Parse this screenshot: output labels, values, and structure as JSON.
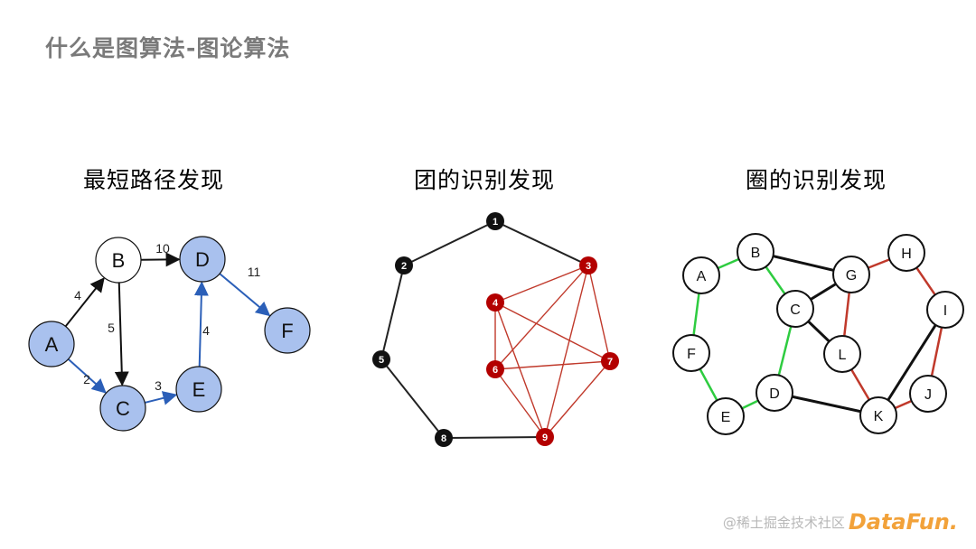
{
  "slide": {
    "title": "什么是图算法-图论算法"
  },
  "sections": [
    {
      "title": "最短路径发现"
    },
    {
      "title": "团的识别发现"
    },
    {
      "title": "圈的识别发现"
    }
  ],
  "colors": {
    "node_blue": "#a9c1ee",
    "edge_blue": "#2b5fb8",
    "node_red": "#b30000",
    "edge_red": "#c0392b",
    "edge_green": "#2ecc40",
    "node_black": "#111111"
  },
  "shortest_path": {
    "nodes": [
      {
        "id": "A",
        "highlight": true
      },
      {
        "id": "B",
        "highlight": false
      },
      {
        "id": "C",
        "highlight": true
      },
      {
        "id": "D",
        "highlight": true
      },
      {
        "id": "E",
        "highlight": true
      },
      {
        "id": "F",
        "highlight": true
      }
    ],
    "edges": [
      {
        "from": "A",
        "to": "B",
        "weight": "4",
        "highlight": false
      },
      {
        "from": "A",
        "to": "C",
        "weight": "2",
        "highlight": true
      },
      {
        "from": "B",
        "to": "C",
        "weight": "5",
        "highlight": false
      },
      {
        "from": "B",
        "to": "D",
        "weight": "10",
        "highlight": false
      },
      {
        "from": "C",
        "to": "E",
        "weight": "3",
        "highlight": true
      },
      {
        "from": "E",
        "to": "D",
        "weight": "4",
        "highlight": true
      },
      {
        "from": "D",
        "to": "F",
        "weight": "11",
        "highlight": true
      }
    ]
  },
  "clique": {
    "nodes": [
      {
        "id": "1",
        "in_clique": false
      },
      {
        "id": "2",
        "in_clique": false
      },
      {
        "id": "3",
        "in_clique": true
      },
      {
        "id": "4",
        "in_clique": true
      },
      {
        "id": "5",
        "in_clique": false
      },
      {
        "id": "6",
        "in_clique": true
      },
      {
        "id": "7",
        "in_clique": true
      },
      {
        "id": "8",
        "in_clique": false
      },
      {
        "id": "9",
        "in_clique": true
      }
    ],
    "edges": [
      {
        "from": "1",
        "to": "2",
        "in_clique": false
      },
      {
        "from": "1",
        "to": "3",
        "in_clique": false
      },
      {
        "from": "2",
        "to": "5",
        "in_clique": false
      },
      {
        "from": "5",
        "to": "8",
        "in_clique": false
      },
      {
        "from": "8",
        "to": "9",
        "in_clique": false
      },
      {
        "from": "3",
        "to": "4",
        "in_clique": true
      },
      {
        "from": "3",
        "to": "6",
        "in_clique": true
      },
      {
        "from": "3",
        "to": "7",
        "in_clique": true
      },
      {
        "from": "3",
        "to": "9",
        "in_clique": true
      },
      {
        "from": "4",
        "to": "6",
        "in_clique": true
      },
      {
        "from": "4",
        "to": "7",
        "in_clique": true
      },
      {
        "from": "4",
        "to": "9",
        "in_clique": true
      },
      {
        "from": "6",
        "to": "7",
        "in_clique": true
      },
      {
        "from": "6",
        "to": "9",
        "in_clique": true
      },
      {
        "from": "7",
        "to": "9",
        "in_clique": true
      }
    ]
  },
  "cycle": {
    "nodes": [
      {
        "id": "A"
      },
      {
        "id": "B"
      },
      {
        "id": "C"
      },
      {
        "id": "D"
      },
      {
        "id": "E"
      },
      {
        "id": "F"
      },
      {
        "id": "G"
      },
      {
        "id": "H"
      },
      {
        "id": "I"
      },
      {
        "id": "J"
      },
      {
        "id": "K"
      },
      {
        "id": "L"
      }
    ],
    "edges": [
      {
        "from": "A",
        "to": "B",
        "cycle": "green"
      },
      {
        "from": "B",
        "to": "C",
        "cycle": "green"
      },
      {
        "from": "C",
        "to": "D",
        "cycle": "green"
      },
      {
        "from": "D",
        "to": "E",
        "cycle": "green"
      },
      {
        "from": "E",
        "to": "F",
        "cycle": "green"
      },
      {
        "from": "F",
        "to": "A",
        "cycle": "green"
      },
      {
        "from": "G",
        "to": "H",
        "cycle": "red"
      },
      {
        "from": "H",
        "to": "I",
        "cycle": "red"
      },
      {
        "from": "I",
        "to": "J",
        "cycle": "red"
      },
      {
        "from": "J",
        "to": "K",
        "cycle": "red"
      },
      {
        "from": "K",
        "to": "L",
        "cycle": "red"
      },
      {
        "from": "L",
        "to": "G",
        "cycle": "red"
      },
      {
        "from": "B",
        "to": "G",
        "cycle": "none"
      },
      {
        "from": "C",
        "to": "G",
        "cycle": "none"
      },
      {
        "from": "C",
        "to": "L",
        "cycle": "none"
      },
      {
        "from": "D",
        "to": "K",
        "cycle": "none"
      },
      {
        "from": "I",
        "to": "K",
        "cycle": "none"
      }
    ]
  },
  "watermark": {
    "community": "@稀土掘金技术社区",
    "logo": "DataFun."
  }
}
